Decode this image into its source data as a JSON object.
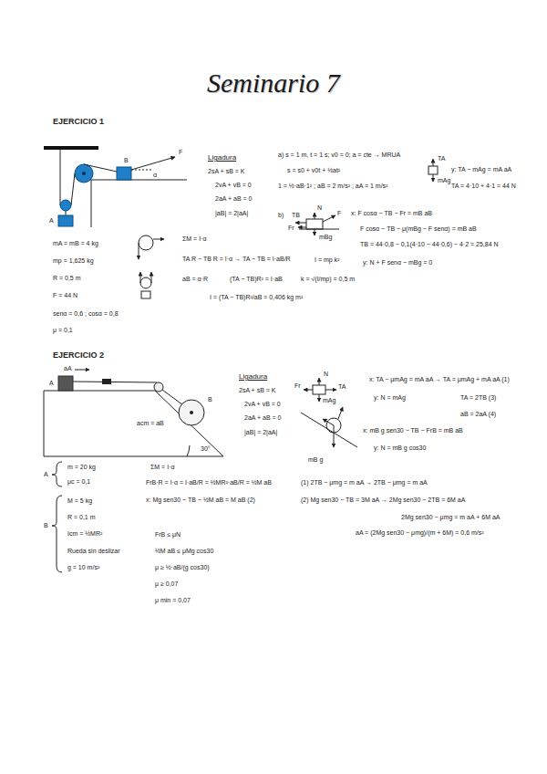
{
  "diagram": {
    "title": "Seminario 7",
    "labels": [
      "EJERCICIO 1",
      "A",
      "B",
      "F",
      "α",
      "Ligadura",
      "2sA + sB = K",
      "2vA + vB = 0",
      "2aA + aB = 0",
      "|aB| = 2|aA|",
      "a) s = 1 m, t = 1 s; v0 = 0; a = cte → MRUA",
      "s = s0 + v0t + ½at²",
      "1 = ½·aB·1² ; aB = 2 m/s² ; aA = 1 m/s²",
      "TA",
      "mAg",
      "y: TA − mAg = mA aA",
      "TA = 4·10 + 4·1 = 44 N",
      "b)",
      "N",
      "TB",
      "F",
      "Fr",
      "mBg",
      "x: F cosα − TB − Fr = mB aB",
      "F cosα − TB − μ(mBg − F senα) = mB aB",
      "TB = 44·0,8 − 0,1(4·10 − 44·0,6) − 4·2 = 25,84 N",
      "y: N + F senα − mBg = 0",
      "mA = mB = 4 kg",
      "mp = 1,625 kg",
      "R = 0,5 m",
      "F = 44 N",
      "senα = 0,6 ; cosα = 0,8",
      "μ = 0,1",
      "ΣM = I·α",
      "TA R − TB R = I·α → TA − TB = I·aB/R",
      "I = mp k²",
      "aB = α·R",
      "(TA − TB)R² = I·aB",
      "k = √(I/mp) = 0,5 m",
      "I = (TA − TB)R²/aB = 0,406 kg m²",
      "EJERCICIO 2",
      "aA",
      "A",
      "B",
      "acm = aB",
      "30°",
      "Ligadura",
      "2sA + sB = K",
      "2vA + vB = 0",
      "2aA + aB = 0",
      "|aB| = 2|aA|",
      "N",
      "TA",
      "Fr",
      "mAg",
      "x: TA − μmAg = mA aA → TA = μmAg + mA aA (1)",
      "y: N = mAg",
      "TA = 2TB (3)",
      "aB = 2aA (4)",
      "mB g",
      "x: mB g sen30 − TB − FrB = mB aB",
      "y: N = mB g cos30",
      "A",
      "m = 20 kg",
      "μc = 0,1",
      "B",
      "M = 5 kg",
      "R = 0,1 m",
      "Icm = ½MR²",
      "Rueda sin deslizar",
      "g = 10 m/s²",
      "ΣM = I·α",
      "FrB·R = I·α = I·aB/R = ½MR²·aB/R = ½M aB",
      "x: Mg sen30 − TB − ½M aB = M aB (2)",
      "FrB ≤ μN",
      "½M aB ≤ μMg cos30",
      "μ ≥ ½·aB/(g cos30)",
      "μ ≥ 0,07",
      "μ min = 0,07",
      "(1) 2TB − μmg = m aA → 2TB − μmg = m aA",
      "(2) Mg sen30 − TB = 3M aA → 2Mg sen30 − 2TB = 6M aA",
      "2Mg sen30 − μmg = m aA + 6M aA",
      "aA = (2Mg sen30 − μmg)/(m + 6M) = 0,6 m/s²"
    ]
  }
}
